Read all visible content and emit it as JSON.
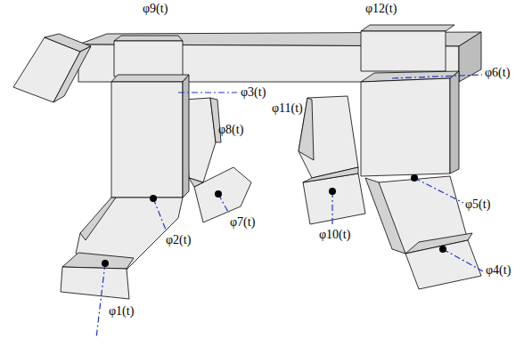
{
  "diagram": {
    "labels": [
      "φ9(t)",
      "φ12(t)",
      "φ6(t)",
      "φ3(t)",
      "φ11(t)",
      "φ8(t)",
      "φ5(t)",
      "φ7(t)",
      "φ10(t)",
      "φ2(t)",
      "φ4(t)",
      "φ1(t)"
    ]
  }
}
